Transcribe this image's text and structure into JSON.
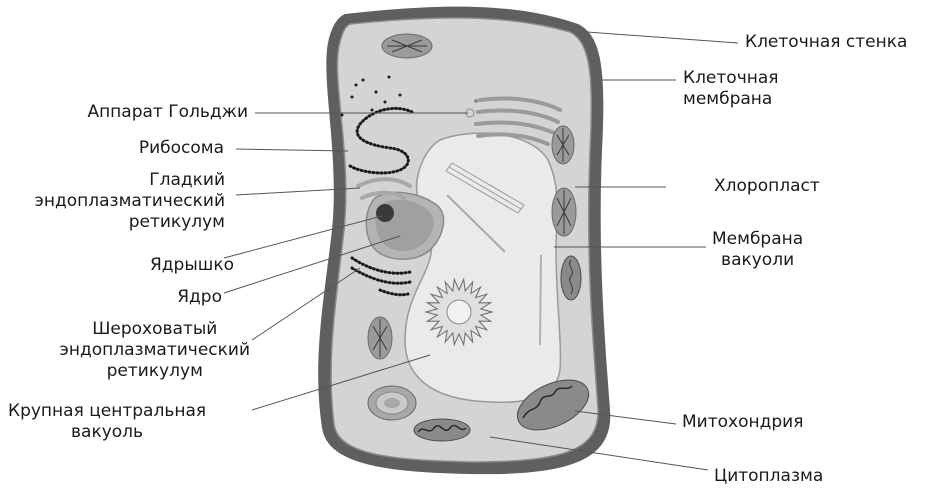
{
  "labels": {
    "cell_wall": "Клеточная стенка",
    "cell_membrane_1": "Клеточная",
    "cell_membrane_2": "мембрана",
    "golgi": "Аппарат Гольджи",
    "ribosome": "Рибосома",
    "smooth_er_1": "Гладкий",
    "smooth_er_2": "эндоплазматический",
    "smooth_er_3": "ретикулум",
    "chloroplast": "Хлоропласт",
    "vacuole_membrane_1": "Мембрана",
    "vacuole_membrane_2": "вакуоли",
    "nucleolus": "Ядрышко",
    "nucleus": "Ядро",
    "rough_er_1": "Шероховатый",
    "rough_er_2": "эндоплазматический",
    "rough_er_3": "ретикулум",
    "vacuole_1": "Крупная центральная",
    "vacuole_2": "вакуоль",
    "mitochondrion": "Митохондрия",
    "cytoplasm": "Цитоплазма"
  },
  "colors": {
    "cell_wall": "#5f5f5f",
    "cytoplasm": "#d4d4d4",
    "vacuole": "#eaeaea",
    "nucleus": "#b4b4b4",
    "nucleolus": "#3a3a3a"
  }
}
